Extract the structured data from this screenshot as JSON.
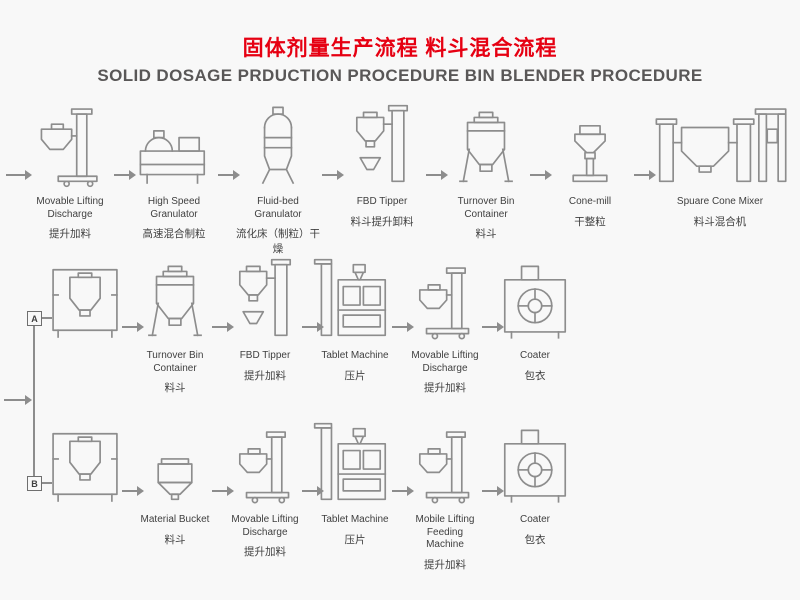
{
  "page": {
    "title_cn": "固体剂量生产流程 料斗混合流程",
    "title_en": "SOLID DOSAGE PRDUCTION PROCEDURE BIN BLENDER PROCEDURE"
  },
  "branches": {
    "a": "A",
    "b": "B"
  },
  "colors": {
    "title_red": "#e60012",
    "title_gray": "#595757",
    "line_art": "#8d8d8d",
    "label_text": "#3f3f3f",
    "background": "#f8f8f8"
  },
  "rows": [
    {
      "name": "solid-dosage-production-line",
      "stations": [
        {
          "en": "Movable Lifting Discharge",
          "cn": "提升加料"
        },
        {
          "en": "High Speed Granulator",
          "cn": "高速混合制粒"
        },
        {
          "en": "Fluid-bed Granulator",
          "cn": "流化床（制粒）干燥"
        },
        {
          "en": "FBD Tipper",
          "cn": "料斗提升卸料"
        },
        {
          "en": "Turnover Bin Container",
          "cn": "料斗"
        },
        {
          "en": "Cone-mill",
          "cn": "干整粒"
        },
        {
          "en": "Spuare Cone Mixer",
          "cn": "料斗混合机"
        }
      ]
    },
    {
      "name": "branch-a-line",
      "stations": [
        {
          "en": "Turnover Bin Container",
          "cn": "料斗"
        },
        {
          "en": "FBD Tipper",
          "cn": "提升加料"
        },
        {
          "en": "Tablet Machine",
          "cn": "压片"
        },
        {
          "en": "Movable Lifting Discharge",
          "cn": "提升加料"
        },
        {
          "en": "Coater",
          "cn": "包衣"
        }
      ]
    },
    {
      "name": "branch-b-line",
      "stations": [
        {
          "en": "Material Bucket",
          "cn": "料斗"
        },
        {
          "en": "Movable Lifting Discharge",
          "cn": "提升加料"
        },
        {
          "en": "Tablet Machine",
          "cn": "压片"
        },
        {
          "en": "Mobile Lifting Feeding Machine",
          "cn": "提升加料"
        },
        {
          "en": "Coater",
          "cn": "包衣"
        }
      ]
    }
  ]
}
